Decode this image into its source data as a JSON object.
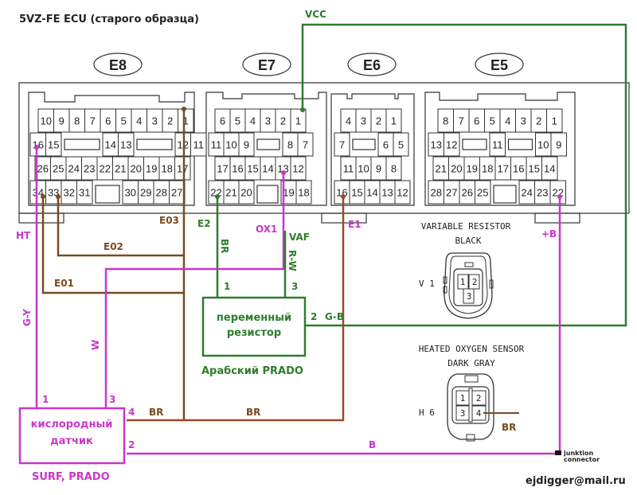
{
  "title": "5VZ-FE ECU (старого образца)",
  "colors": {
    "green": "#2e7d2e",
    "brown": "#7a4a1e",
    "magenta": "#c837c8",
    "rust": "#9a4a2a",
    "outline": "#333333"
  },
  "connectors": [
    {
      "id": "E8",
      "label": "E8",
      "rows": [
        [
          "10",
          "9",
          "8",
          "7",
          "6",
          "5",
          "4",
          "3",
          "2",
          "1"
        ],
        [
          "16",
          "15",
          "",
          "14",
          "13",
          "",
          "12",
          "11"
        ],
        [
          "26",
          "25",
          "24",
          "23",
          "22",
          "21",
          "20",
          "19",
          "18",
          "17"
        ],
        [
          "34",
          "33",
          "32",
          "31",
          "",
          "30",
          "29",
          "28",
          "27"
        ]
      ]
    },
    {
      "id": "E7",
      "label": "E7",
      "rows": [
        [
          "6",
          "5",
          "4",
          "3",
          "2",
          "1"
        ],
        [
          "11",
          "10",
          "9",
          "",
          "8",
          "7"
        ],
        [
          "17",
          "16",
          "15",
          "14",
          "13",
          "12"
        ],
        [
          "22",
          "21",
          "20",
          "",
          "19",
          "18"
        ]
      ]
    },
    {
      "id": "E6",
      "label": "E6",
      "rows": [
        [
          "4",
          "3",
          "2",
          "1"
        ],
        [
          "7",
          "",
          "6",
          "5"
        ],
        [
          "11",
          "10",
          "9",
          "8"
        ],
        [
          "16",
          "15",
          "14",
          "13",
          "12"
        ]
      ]
    },
    {
      "id": "E5",
      "label": "E5",
      "rows": [
        [
          "8",
          "7",
          "6",
          "5",
          "4",
          "3",
          "2",
          "1"
        ],
        [
          "13",
          "12",
          "",
          "11",
          "",
          "10",
          "9"
        ],
        [
          "21",
          "20",
          "19",
          "18",
          "17",
          "16",
          "15",
          "14"
        ],
        [
          "28",
          "27",
          "26",
          "25",
          "",
          "24",
          "23",
          "22"
        ]
      ]
    }
  ],
  "signals": {
    "vcc": "VCC",
    "ht": "HT",
    "e03": "E03",
    "e02": "E02",
    "e01": "E01",
    "e2": "E2",
    "ox1": "OX1",
    "vaf": "VAF",
    "e1": "E1",
    "plus_b": "+B"
  },
  "wire_colors": {
    "br_e2": "BR",
    "rw_vaf": "R-W",
    "gy_ht": "G-Y",
    "w_ox1": "W",
    "gb_vcc": "G-B",
    "br_sensor_4a": "BR",
    "br_sensor_4b": "BR",
    "b_sensor_2": "B",
    "br_h6": "BR"
  },
  "variable_resistor_box": {
    "line1": "переменный",
    "line2": "резистор",
    "caption": "Арабский PRADO",
    "pin1": "1",
    "pin2": "2",
    "pin3": "3"
  },
  "oxygen_sensor_box": {
    "line1": "кислородный",
    "line2": "датчик",
    "caption": "SURF, PRADO",
    "pin1": "1",
    "pin2": "2",
    "pin3": "3",
    "pin4": "4"
  },
  "v1_connector": {
    "title": "VARIABLE RESISTOR",
    "color": "BLACK",
    "code": "V 1",
    "pins": [
      "1",
      "2",
      "3"
    ]
  },
  "h6_connector": {
    "title": "HEATED OXYGEN SENSOR",
    "color": "DARK GRAY",
    "code": "H 6",
    "pins": [
      "1",
      "2",
      "3",
      "4"
    ]
  },
  "junction": {
    "line1": "junktion",
    "line2": "connector"
  },
  "email": "ejdigger@mail.ru"
}
